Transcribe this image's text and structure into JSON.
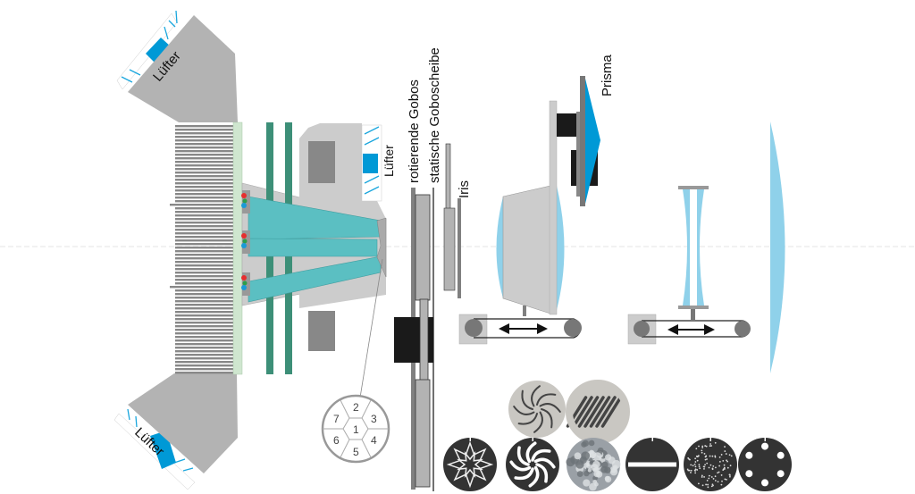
{
  "labels": {
    "fan_top": "Lüfter",
    "fan_bottom": "Lüfter",
    "fan_middle": "Lüfter",
    "rotating_gobos": "rotierende Gobos",
    "static_gobo_wheel": "statische Goboscheibe",
    "iris": "Iris",
    "prism": "Prisma"
  },
  "led_array": {
    "cells": [
      "1",
      "2",
      "3",
      "4",
      "5",
      "6",
      "7"
    ]
  },
  "gobos": {
    "rotating": [
      {
        "name": "swirl-slots-gobo",
        "style": "light"
      },
      {
        "name": "diagonal-stripes-gobo",
        "style": "light"
      }
    ],
    "static": [
      {
        "name": "star-lattice-gobo",
        "style": "dark"
      },
      {
        "name": "swirl-gobo",
        "style": "dark"
      },
      {
        "name": "texture-glass-gobo",
        "style": "glass"
      },
      {
        "name": "bar-gobo",
        "style": "dark"
      },
      {
        "name": "dots-gobo",
        "style": "dark"
      },
      {
        "name": "six-holes-gobo",
        "style": "dark"
      }
    ]
  },
  "colors": {
    "housing_gray": "#b3b3b3",
    "light_gray": "#cccccc",
    "dark_gray": "#808080",
    "fan_blue": "#0099d6",
    "beam_teal": "#5bbfc2",
    "rail_green": "#3d8f78",
    "lens_blue": "#8fd1ea",
    "pcb_green": "#cfe6cf",
    "black": "#1a1a1a"
  }
}
